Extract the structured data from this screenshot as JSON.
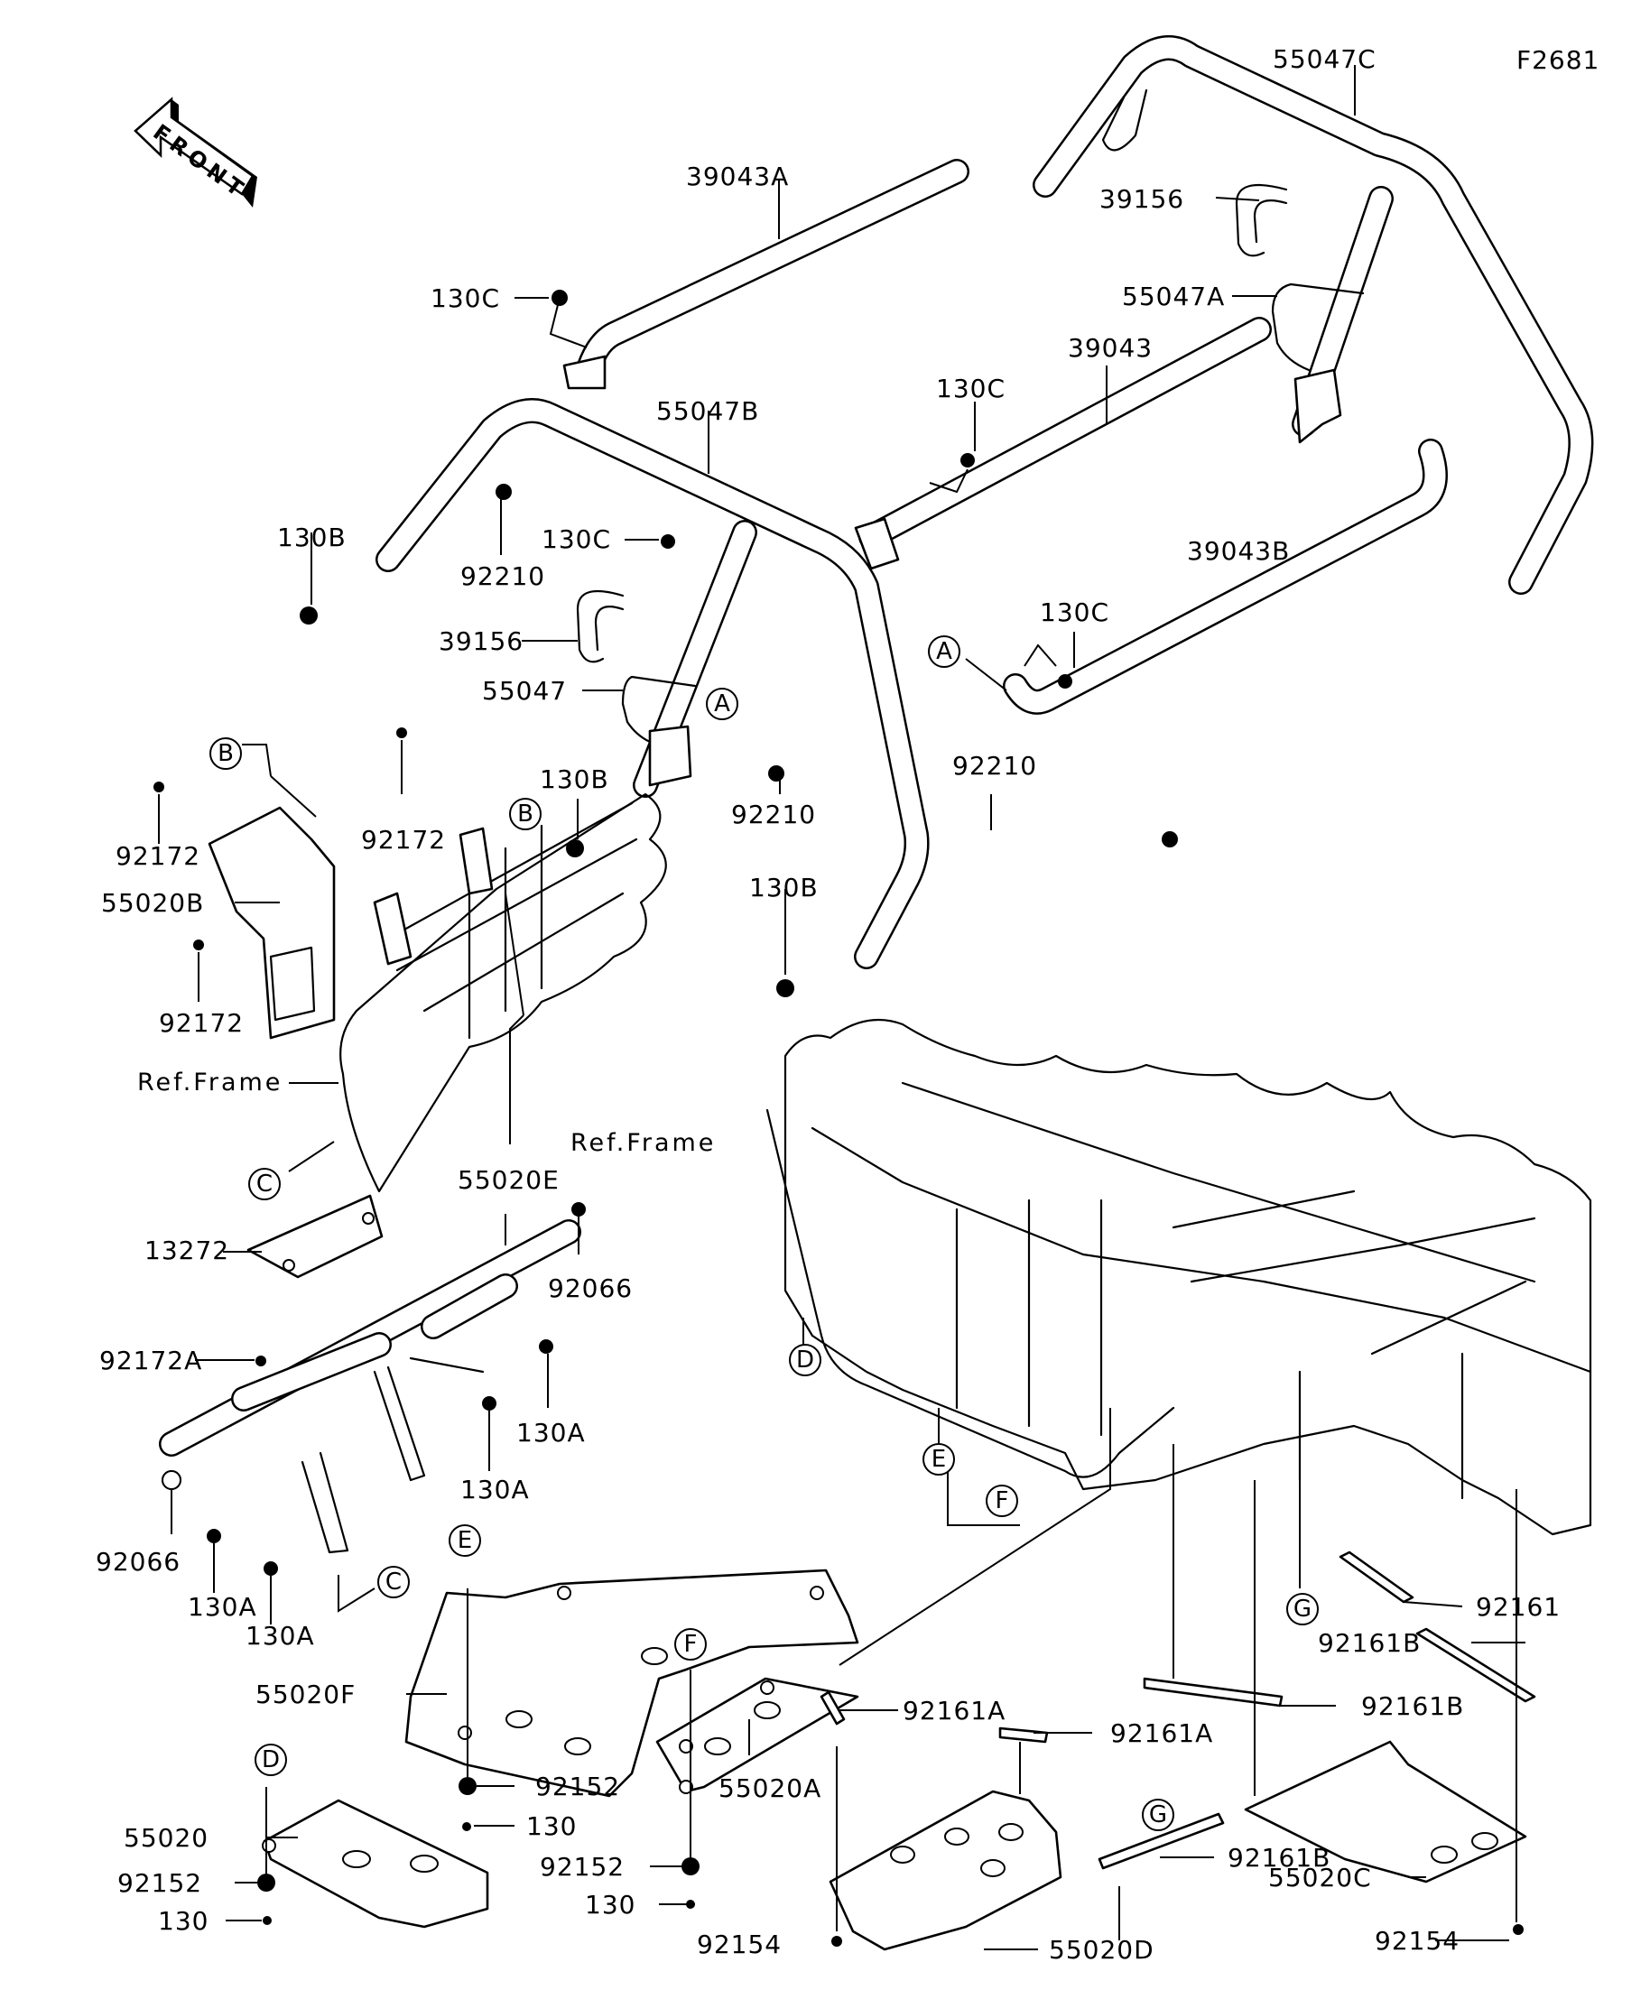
{
  "diagram": {
    "figure_id": "F2681",
    "front_label": "FRONT",
    "ref_frame_labels": [
      "Ref.Frame",
      "Ref.Frame"
    ],
    "parts": {
      "p55047C": "55047C",
      "p39043A": "39043A",
      "p39156_top": "39156",
      "p55047A": "55047A",
      "p130C_a": "130C",
      "p39043": "39043",
      "p130C_b": "130C",
      "p55047B": "55047B",
      "p130B_a": "130B",
      "p92210_a": "92210",
      "p130C_c": "130C",
      "p39156": "39156",
      "p55047": "55047",
      "p39043B": "39043B",
      "p130C_d": "130C",
      "p130B_b": "130B",
      "p92210_b": "92210",
      "p92210_c": "92210",
      "p130B_c": "130B",
      "p92172_a": "92172",
      "p92172_b": "92172",
      "p55020B": "55020B",
      "p92172_c": "92172",
      "p13272": "13272",
      "p55020E": "55020E",
      "p92066_a": "92066",
      "p92172A": "92172A",
      "p130A_a": "130A",
      "p130A_b": "130A",
      "p92066_b": "92066",
      "p130A_c": "130A",
      "p130A_d": "130A",
      "p55020F": "55020F",
      "p92152_a": "92152",
      "p130_a": "130",
      "p55020A": "55020A",
      "p92161A_a": "92161A",
      "p92161A_b": "92161A",
      "p92161": "92161",
      "p92161B_a": "92161B",
      "p92161B_b": "92161B",
      "p92161B_c": "92161B",
      "p55020": "55020",
      "p92152_b": "92152",
      "p130_b": "130",
      "p92152_c": "92152",
      "p130_c": "130",
      "p92154_a": "92154",
      "p55020D": "55020D",
      "p55020C": "55020C",
      "p92154_b": "92154"
    },
    "callouts": {
      "A1": "A",
      "A2": "A",
      "B1": "B",
      "B2": "B",
      "C1": "C",
      "C2": "C",
      "D1": "D",
      "D2": "D",
      "E1": "E",
      "E2": "E",
      "F1": "F",
      "F2": "F",
      "G1": "G",
      "G2": "G"
    }
  }
}
